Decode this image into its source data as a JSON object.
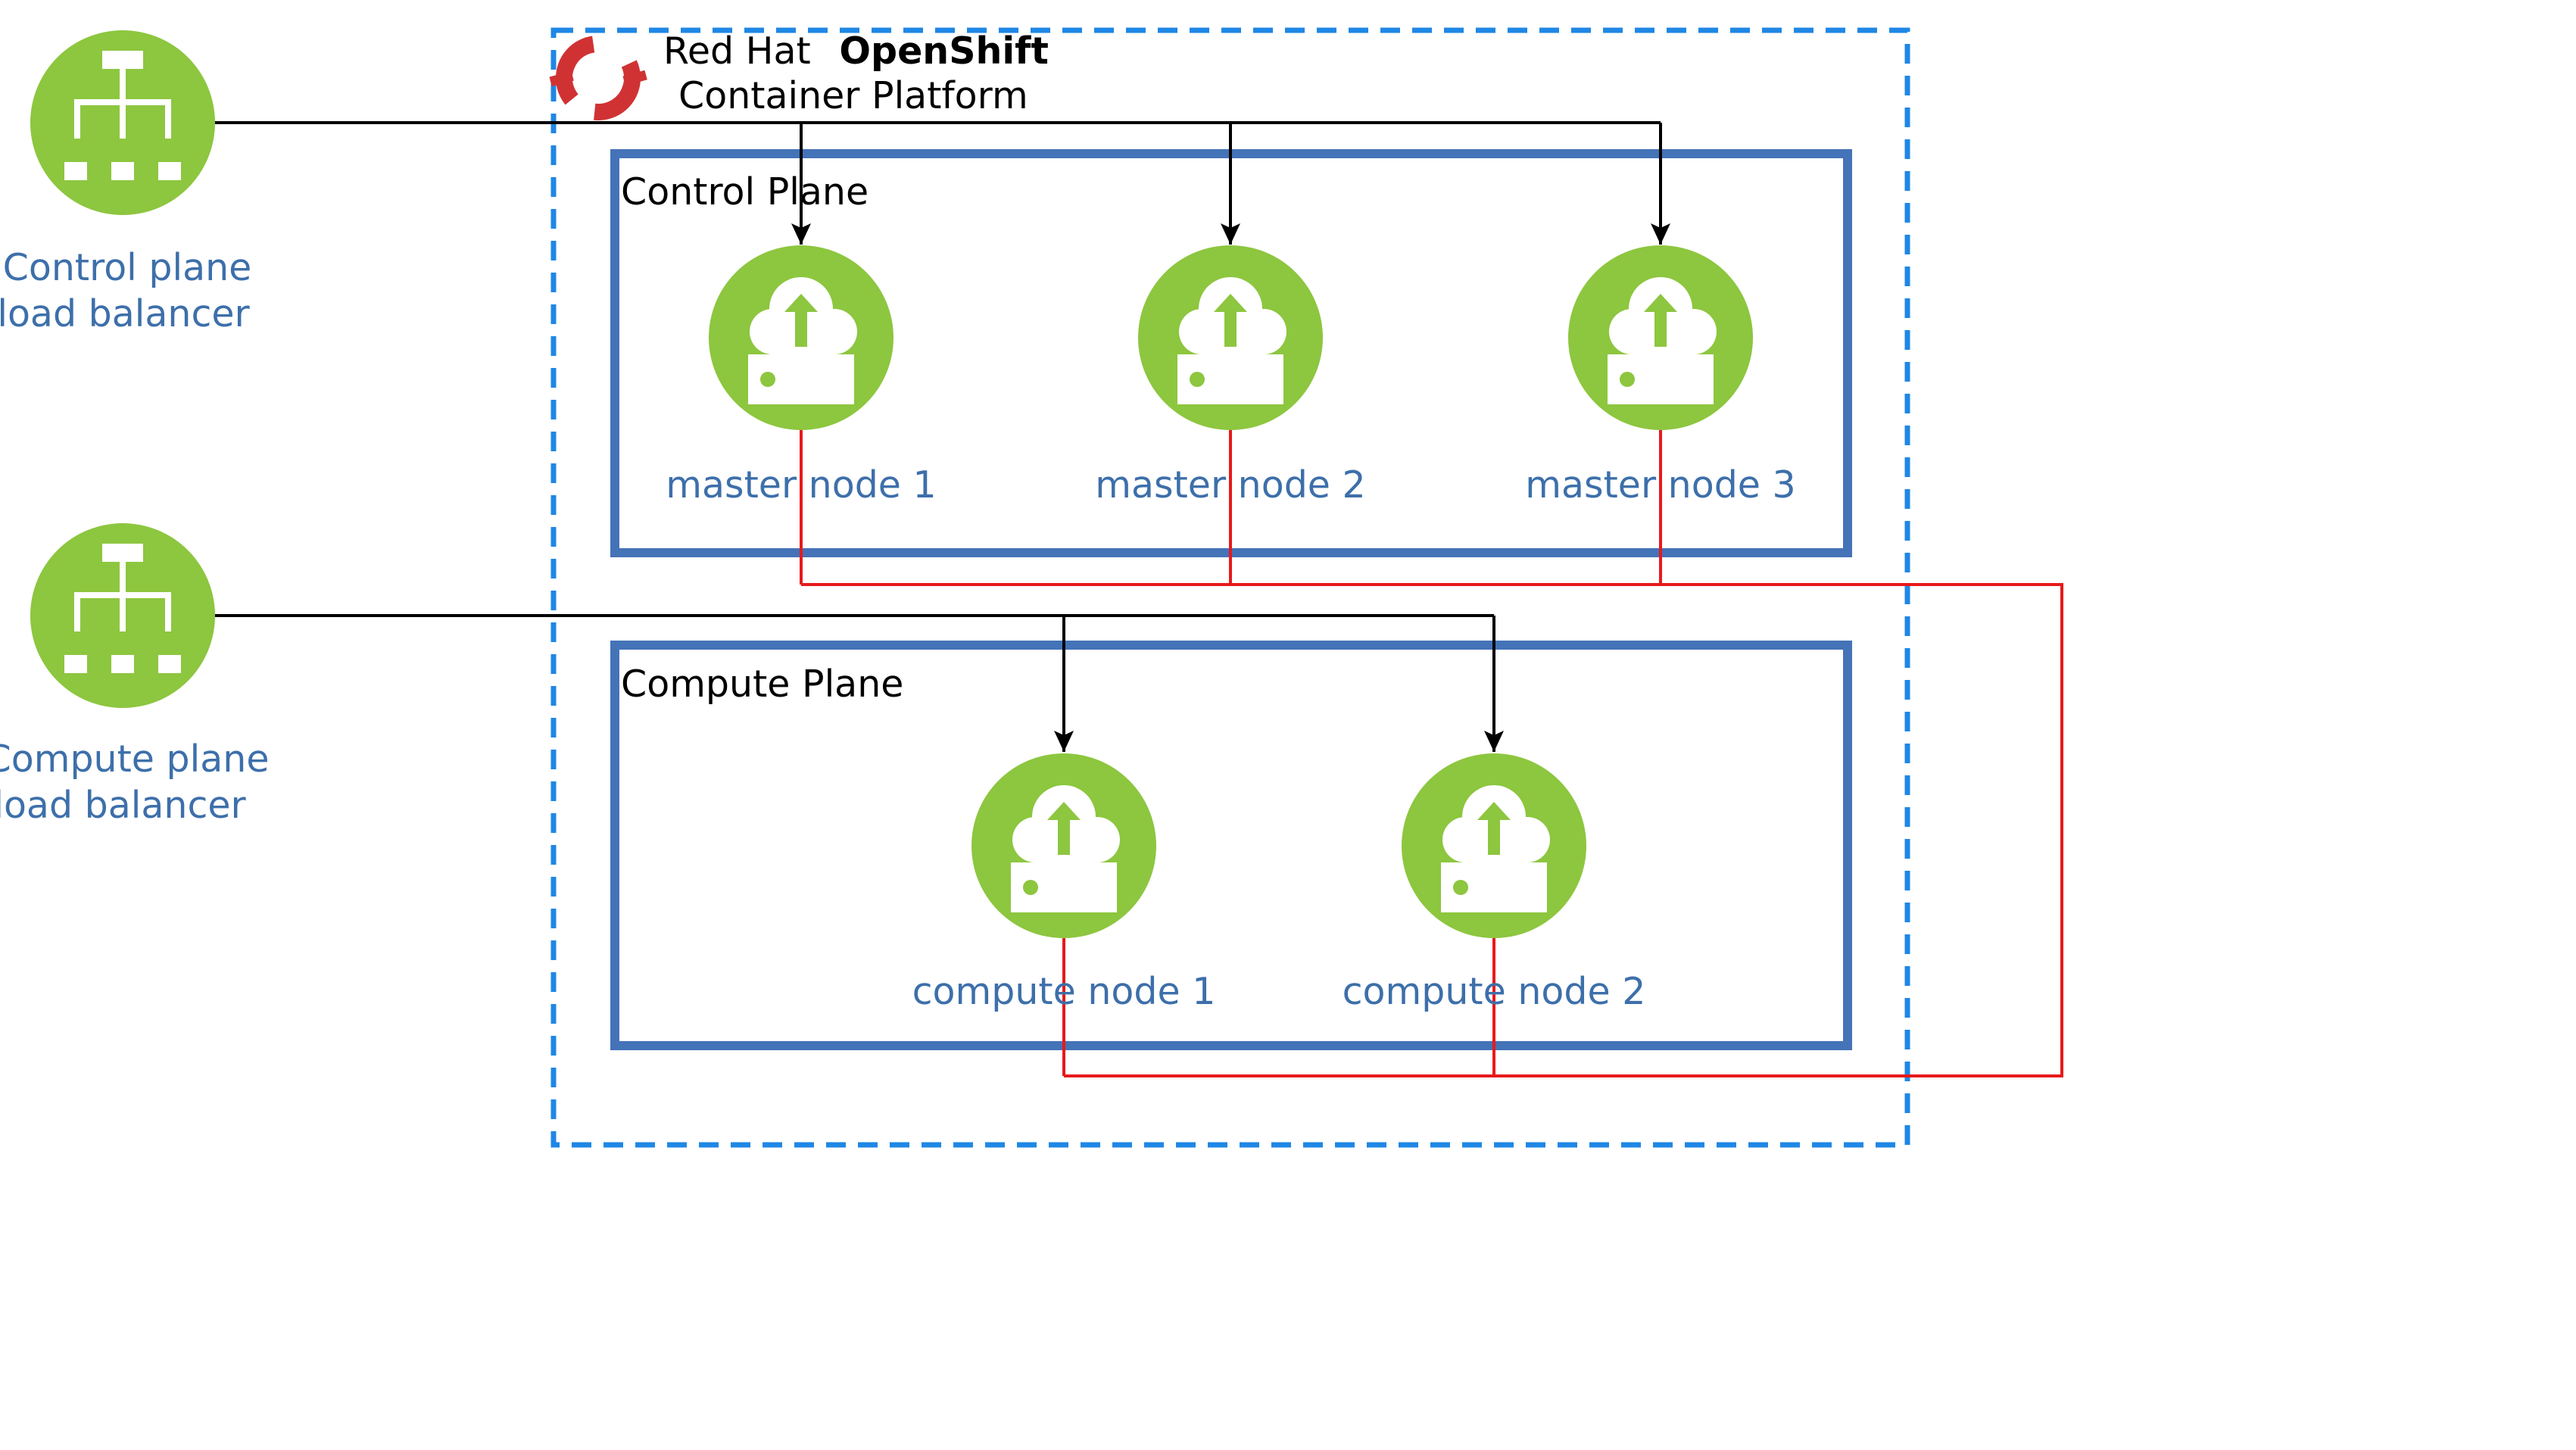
{
  "brand": {
    "line1_regular": "Red Hat",
    "line1_bold": "OpenShift",
    "line2": "Container Platform",
    "logo_icon": "openshift-logo-icon"
  },
  "planes": {
    "control": {
      "title": "Control Plane"
    },
    "compute": {
      "title": "Compute Plane"
    }
  },
  "load_balancers": {
    "control": {
      "line1": "Control plane",
      "line2": "load balancer",
      "icon": "load-balancer-icon"
    },
    "compute": {
      "line1": "Compute plane",
      "line2": "load balancer",
      "icon": "load-balancer-icon"
    }
  },
  "nodes": {
    "master": [
      "master node 1",
      "master node 2",
      "master node 3"
    ],
    "compute": [
      "compute node 1",
      "compute node 2"
    ],
    "icon": "cloud-server-node-icon"
  },
  "colors": {
    "node_green": "#8dc63f",
    "label_blue": "#3d6faa",
    "plane_border": "#4473b8",
    "cluster_border": "#1f87e5",
    "internal_link": "#e8191b",
    "lb_link": "#000000",
    "logo_red": "#d03234"
  }
}
